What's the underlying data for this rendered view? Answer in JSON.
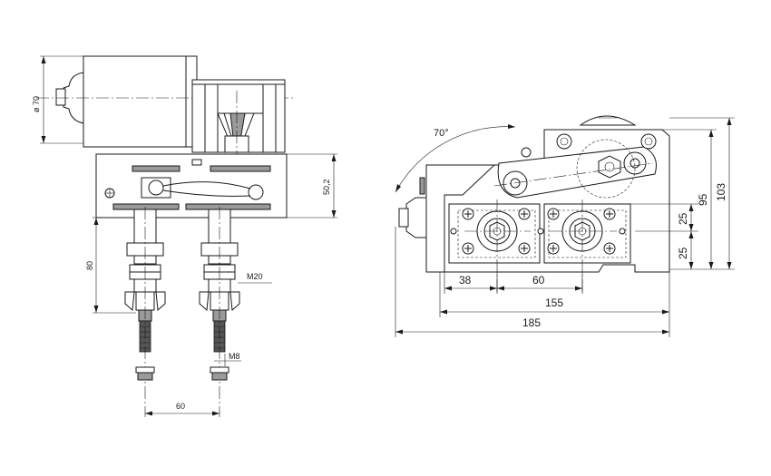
{
  "views": {
    "front": {
      "dim_motor_diameter": "ø 70",
      "dim_plate_height": "50,2",
      "dim_shaft_length": "80",
      "dim_thread_top": "M20",
      "dim_thread_bottom": "M8",
      "dim_spacing": "60"
    },
    "side": {
      "dim_angle": "70°",
      "dim_hole_x": "38",
      "dim_hole_pitch": "60",
      "dim_width_155": "155",
      "dim_width_185": "185",
      "dim_v1": "25",
      "dim_v2": "25",
      "dim_h95": "95",
      "dim_h103": "103"
    }
  }
}
